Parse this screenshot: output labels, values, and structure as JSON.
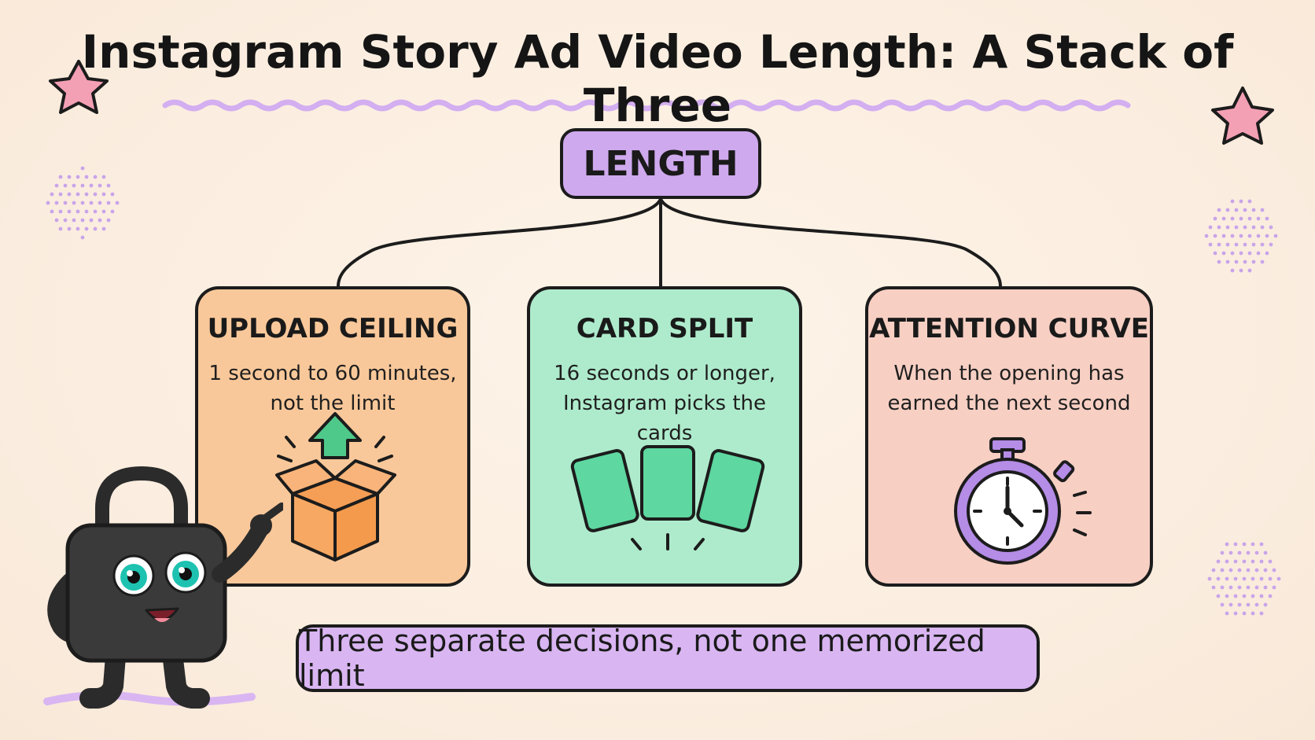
{
  "title": "Instagram Story Ad Video Length: A Stack of Three",
  "root": {
    "label": "LENGTH"
  },
  "branches": [
    {
      "title": "UPLOAD CEILING",
      "description": "1 second to 60 minutes,\nnot the limit",
      "icon": "box-upload-icon",
      "color": "#f9c89a"
    },
    {
      "title": "CARD SPLIT",
      "description": "16 seconds or longer,\nInstagram picks the cards",
      "icon": "cards-icon",
      "color": "#aeebcc"
    },
    {
      "title": "ATTENTION CURVE",
      "description": "When the opening has\nearned the next second",
      "icon": "stopwatch-icon",
      "color": "#f7cfc3"
    }
  ],
  "summary": "Three separate decisions, not one memorized limit",
  "colors": {
    "background": "#fbeee0",
    "accent_purple": "#cfa9ee",
    "star_pink": "#f4a0b4",
    "outline": "#1c1c1c"
  }
}
